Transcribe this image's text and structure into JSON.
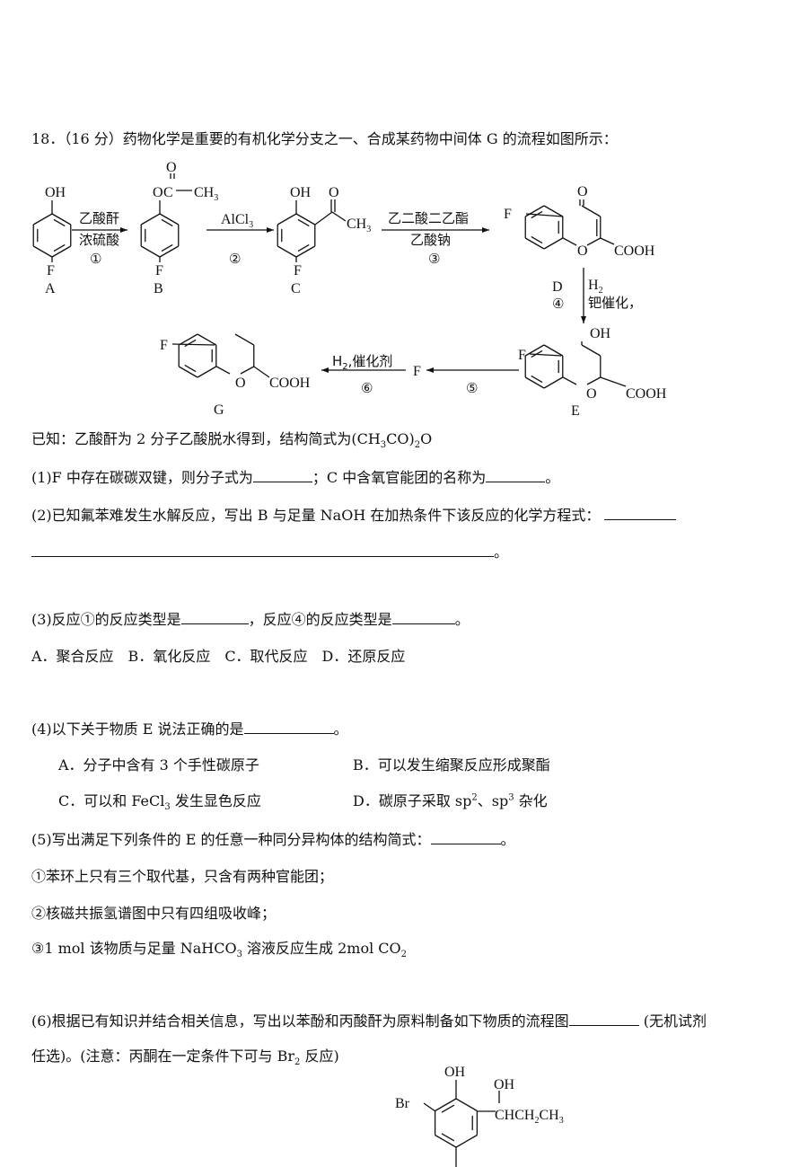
{
  "question": {
    "title": "18．（16 分）药物化学是重要的有机化学分支之一、合成某药物中间体 G 的流程如图所示：",
    "known": [
      "已知：乙酸酐为 2 分子乙酸脱水得到，结构简式为(CH",
      "3",
      "CO)",
      "2",
      "O"
    ],
    "q1": [
      "(1)F 中存在碳碳双键，则分子式为",
      "；C 中含氧官能团的名称为",
      "。"
    ],
    "q2": [
      "(2)已知氟苯难发生水解反应，写出 B 与足量 NaOH 在加热条件下该反应的化学方程式：",
      "。"
    ],
    "q3": [
      "(3)反应①的反应类型是",
      "，反应④的反应类型是",
      "。"
    ],
    "q3_options": "A．聚合反应　B．氧化反应　C．取代反应　D．还原反应",
    "q4": [
      "(4)以下关于物质 E 说法正确的是",
      "。"
    ],
    "q4_options": {
      "A": "A．分子中含有 3 个手性碳原子",
      "B": "B．可以发生缩聚反应形成聚酯",
      "C": [
        "C．可以和 FeCl",
        "3",
        " 发生显色反应"
      ],
      "D": [
        "D．碳原子采取 sp",
        "2",
        "、sp",
        "3",
        " 杂化"
      ]
    },
    "q5": [
      "(5)写出满足下列条件的 E 的任意一种同分异构体的结构简式：",
      "。"
    ],
    "q5_conditions": [
      "①苯环上只有三个取代基，只含有两种官能团；",
      "②核磁共振氢谱图中只有四组吸收峰；",
      [
        "③1 mol 该物质与足量 NaHCO",
        "3",
        " 溶液反应生成 2mol CO",
        "2"
      ]
    ],
    "q6": [
      "(6)根据已有知识并结合相关信息，写出以苯酚和丙酸酐为原料制备如下物质的流程图",
      " (无机试剂",
      "任选)。(注意：丙酮在一定条件下可与 Br",
      "2",
      " 反应)"
    ]
  },
  "scheme": {
    "compounds": {
      "A": "A",
      "B": "B",
      "C": "C",
      "D": "D",
      "E": "E",
      "F": "F",
      "G": "G"
    },
    "atoms": {
      "OH": "OH",
      "F": "F",
      "O": "O",
      "C": "C",
      "CH3": "CH",
      "sub3": "3",
      "COOH": "COOH",
      "Br": "Br",
      "CHCH2CH3": [
        "CHCH",
        "2",
        "CH",
        "3"
      ]
    },
    "steps": {
      "s1": {
        "top": "乙酸酐",
        "bottom": "浓硫酸",
        "num": "①"
      },
      "s2": {
        "top": [
          "AlCl",
          "3"
        ],
        "num": "②"
      },
      "s3": {
        "top": "乙二酸二乙酯",
        "bottom": "乙酸钠",
        "num": "③"
      },
      "s4": {
        "reagent": [
          "H",
          "2"
        ],
        "cond": "钯催化，",
        "num": "④"
      },
      "s5": {
        "num": "⑤"
      },
      "s6": {
        "top": [
          "H",
          "2",
          ",催化剂"
        ],
        "num": "⑥"
      }
    }
  }
}
